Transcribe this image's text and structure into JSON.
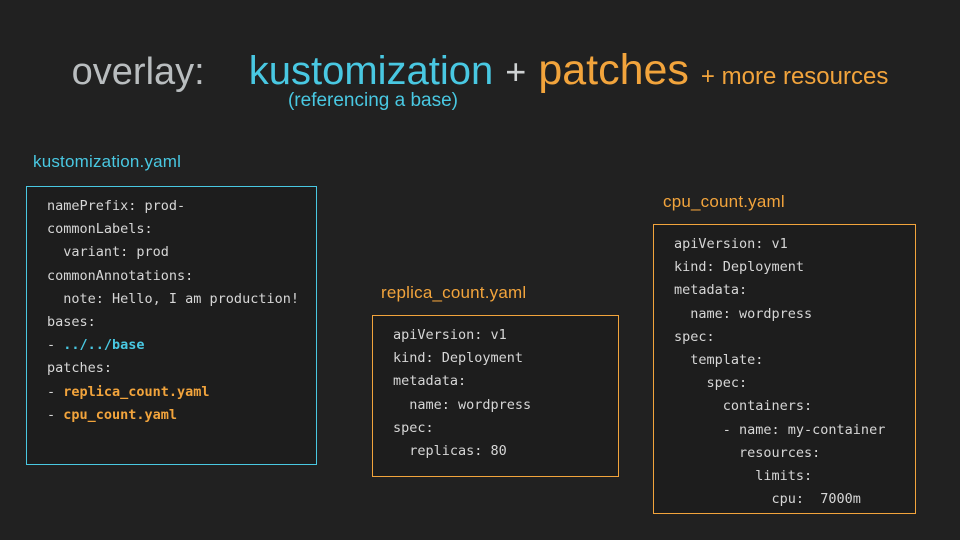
{
  "title": {
    "overlay": "overlay:",
    "kustomization": "kustomization",
    "plus": "+",
    "patches": "patches",
    "more_resources": "+ more resources",
    "subtitle": "(referencing a base)"
  },
  "colors": {
    "background": "#212121",
    "cyan_accent": "#49c8e2",
    "orange_accent": "#f2a43c",
    "title_gray": "#b9bdbf",
    "code_text": "#d6d6d6"
  },
  "boxes": [
    {
      "label": "kustomization.yaml",
      "accent": "cyan",
      "lines": [
        [
          {
            "t": "namePrefix: prod-",
            "s": "plain"
          }
        ],
        [
          {
            "t": "commonLabels:",
            "s": "plain"
          }
        ],
        [
          {
            "t": "  variant: prod",
            "s": "plain"
          }
        ],
        [
          {
            "t": "commonAnnotations:",
            "s": "plain"
          }
        ],
        [
          {
            "t": "  note: Hello, I am production!",
            "s": "plain"
          }
        ],
        [
          {
            "t": "bases:",
            "s": "plain"
          }
        ],
        [
          {
            "t": "- ",
            "s": "plain"
          },
          {
            "t": "../../base",
            "s": "cyan"
          }
        ],
        [
          {
            "t": "patches:",
            "s": "plain"
          }
        ],
        [
          {
            "t": "- ",
            "s": "plain"
          },
          {
            "t": "replica_count.yaml",
            "s": "orange"
          }
        ],
        [
          {
            "t": "- ",
            "s": "plain"
          },
          {
            "t": "cpu_count.yaml",
            "s": "orange"
          }
        ]
      ]
    },
    {
      "label": "replica_count.yaml",
      "accent": "orange",
      "lines": [
        [
          {
            "t": "apiVersion: v1",
            "s": "plain"
          }
        ],
        [
          {
            "t": "kind: Deployment",
            "s": "plain"
          }
        ],
        [
          {
            "t": "metadata:",
            "s": "plain"
          }
        ],
        [
          {
            "t": "  name: wordpress",
            "s": "plain"
          }
        ],
        [
          {
            "t": "spec:",
            "s": "plain"
          }
        ],
        [
          {
            "t": "  replicas: 80",
            "s": "plain"
          }
        ]
      ]
    },
    {
      "label": "cpu_count.yaml",
      "accent": "orange",
      "lines": [
        [
          {
            "t": "apiVersion: v1",
            "s": "plain"
          }
        ],
        [
          {
            "t": "kind: Deployment",
            "s": "plain"
          }
        ],
        [
          {
            "t": "metadata:",
            "s": "plain"
          }
        ],
        [
          {
            "t": "  name: wordpress",
            "s": "plain"
          }
        ],
        [
          {
            "t": "spec:",
            "s": "plain"
          }
        ],
        [
          {
            "t": "  template:",
            "s": "plain"
          }
        ],
        [
          {
            "t": "    spec:",
            "s": "plain"
          }
        ],
        [
          {
            "t": "      containers:",
            "s": "plain"
          }
        ],
        [
          {
            "t": "      - name: my-container",
            "s": "plain"
          }
        ],
        [
          {
            "t": "        resources:",
            "s": "plain"
          }
        ],
        [
          {
            "t": "          limits:",
            "s": "plain"
          }
        ],
        [
          {
            "t": "            cpu:  7000m",
            "s": "plain"
          }
        ]
      ]
    }
  ]
}
